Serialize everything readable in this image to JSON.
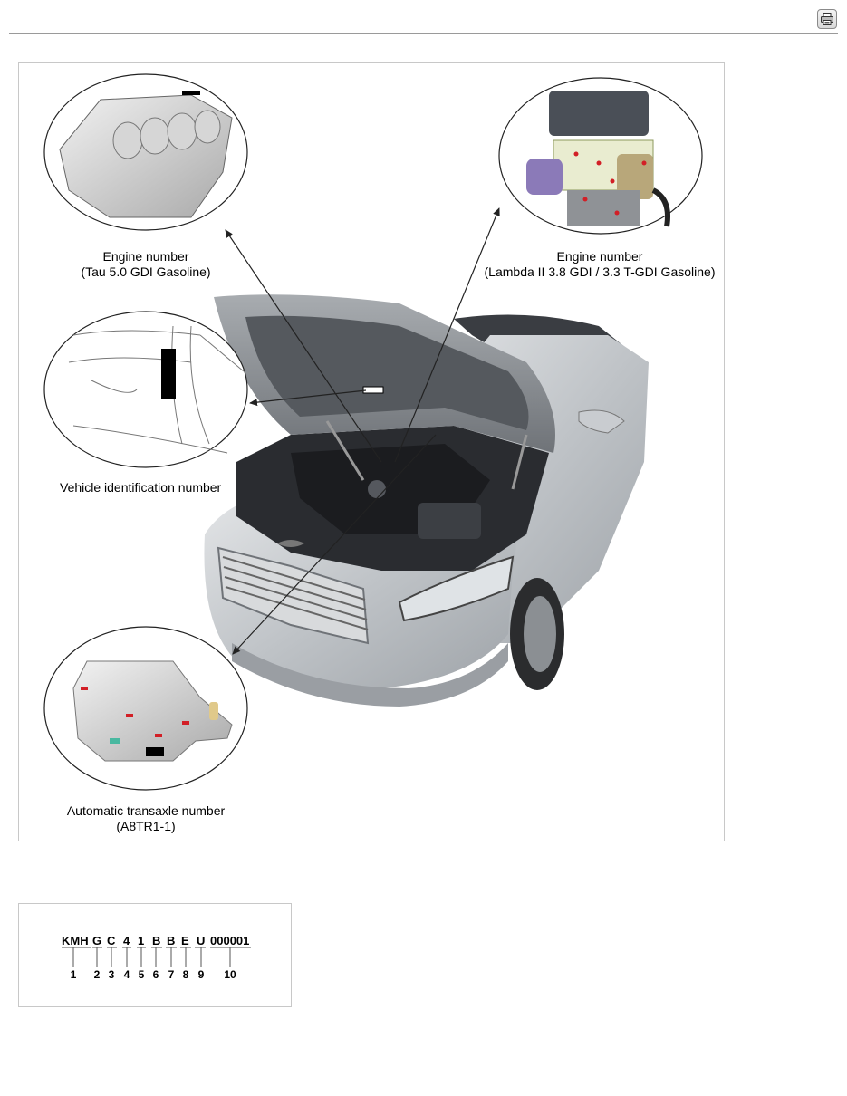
{
  "toolbar": {
    "print_icon": "printer-icon"
  },
  "figure": {
    "captions": {
      "engine_tau": [
        "Engine number",
        "(Tau 5.0 GDI Gasoline)"
      ],
      "engine_lambda": [
        "Engine number",
        "(Lambda II 3.8 GDI / 3.3 T-GDI Gasoline)"
      ],
      "vin": [
        "Vehicle identification number"
      ],
      "transaxle": [
        "Automatic transaxle number",
        "(A8TR1-1)"
      ]
    }
  },
  "vin_diagram": {
    "segments": [
      "KMH",
      "G",
      "C",
      "4",
      "1",
      "B",
      "B",
      "E",
      "U",
      "000001"
    ],
    "indices": [
      "1",
      "2",
      "3",
      "4",
      "5",
      "6",
      "7",
      "8",
      "9",
      "10"
    ]
  },
  "colors": {
    "car_body": "#c6c9cc",
    "engine_bay": "#2a2c30",
    "border": "#c8c8c8"
  }
}
